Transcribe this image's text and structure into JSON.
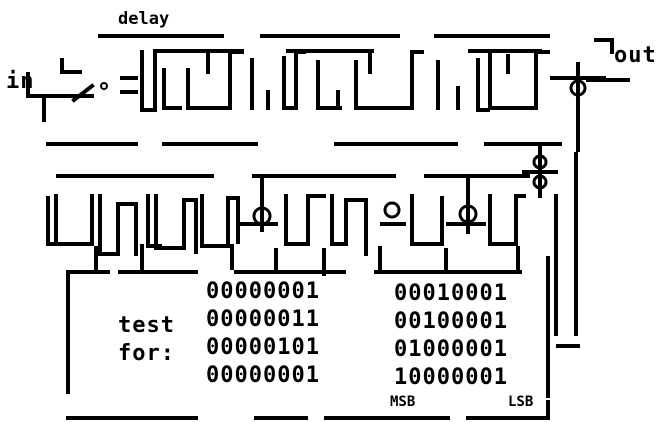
{
  "diagram": {
    "delay_label": "delay",
    "in_label": "in",
    "out_label": "out",
    "test_label_line1": "test",
    "test_label_line2": "for:",
    "patterns_left": [
      "00000001",
      "00000011",
      "00000101",
      "00000001"
    ],
    "patterns_right": [
      "00010001",
      "00100001",
      "01000001",
      "10000001"
    ],
    "msb_label": "MSB",
    "lsb_label": "LSB"
  },
  "colors": {
    "ink": "#000000",
    "background": "#ffffff"
  }
}
